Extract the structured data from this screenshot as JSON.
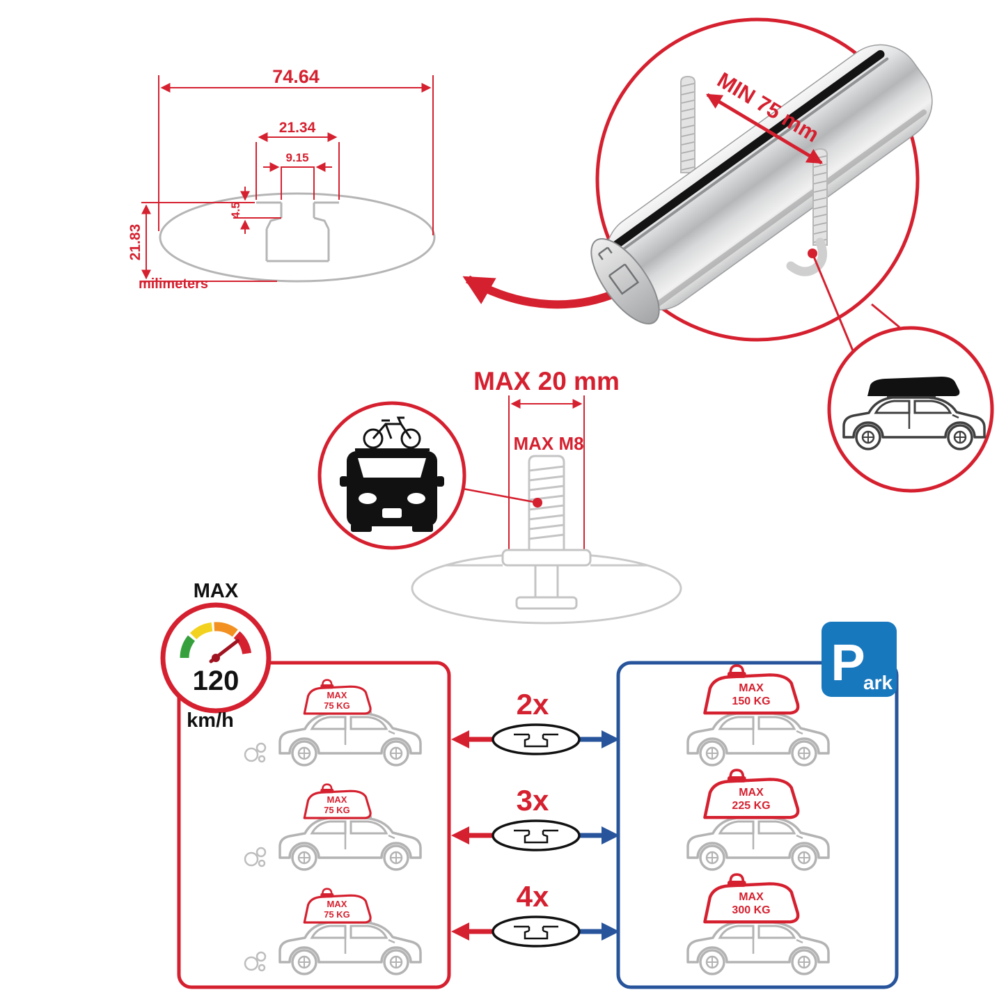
{
  "colors": {
    "red": "#d5202f",
    "blue_box": "#27549b",
    "park_sign_blue": "#1878be",
    "drawing_gray": "#b5b5b5",
    "car_gray": "#b3b3b3"
  },
  "tech_drawing": {
    "width_total": "74.64",
    "slot_outer_width": "21.34",
    "slot_inner_width": "9.15",
    "lip_depth": "4.5",
    "profile_height": "21.83",
    "unit_label": "milimeters"
  },
  "bar_detail": {
    "min_spacing_label": "MIN 75 mm"
  },
  "bolt_detail": {
    "max_length_label": "MAX 20 mm",
    "max_thread_label": "MAX M8"
  },
  "speed_gauge": {
    "max_label": "MAX",
    "value": "120",
    "unit": "km/h"
  },
  "left_panel": {
    "cars": [
      {
        "max": "MAX",
        "weight": "75 KG"
      },
      {
        "max": "MAX",
        "weight": "75 KG"
      },
      {
        "max": "MAX",
        "weight": "75 KG"
      }
    ]
  },
  "crossbar_options": [
    {
      "qty": "2x"
    },
    {
      "qty": "3x"
    },
    {
      "qty": "4x"
    }
  ],
  "right_panel": {
    "park_p": "P",
    "park_ark": "ark",
    "cars": [
      {
        "max": "MAX",
        "weight": "150 KG"
      },
      {
        "max": "MAX",
        "weight": "225 KG"
      },
      {
        "max": "MAX",
        "weight": "300 KG"
      }
    ]
  }
}
